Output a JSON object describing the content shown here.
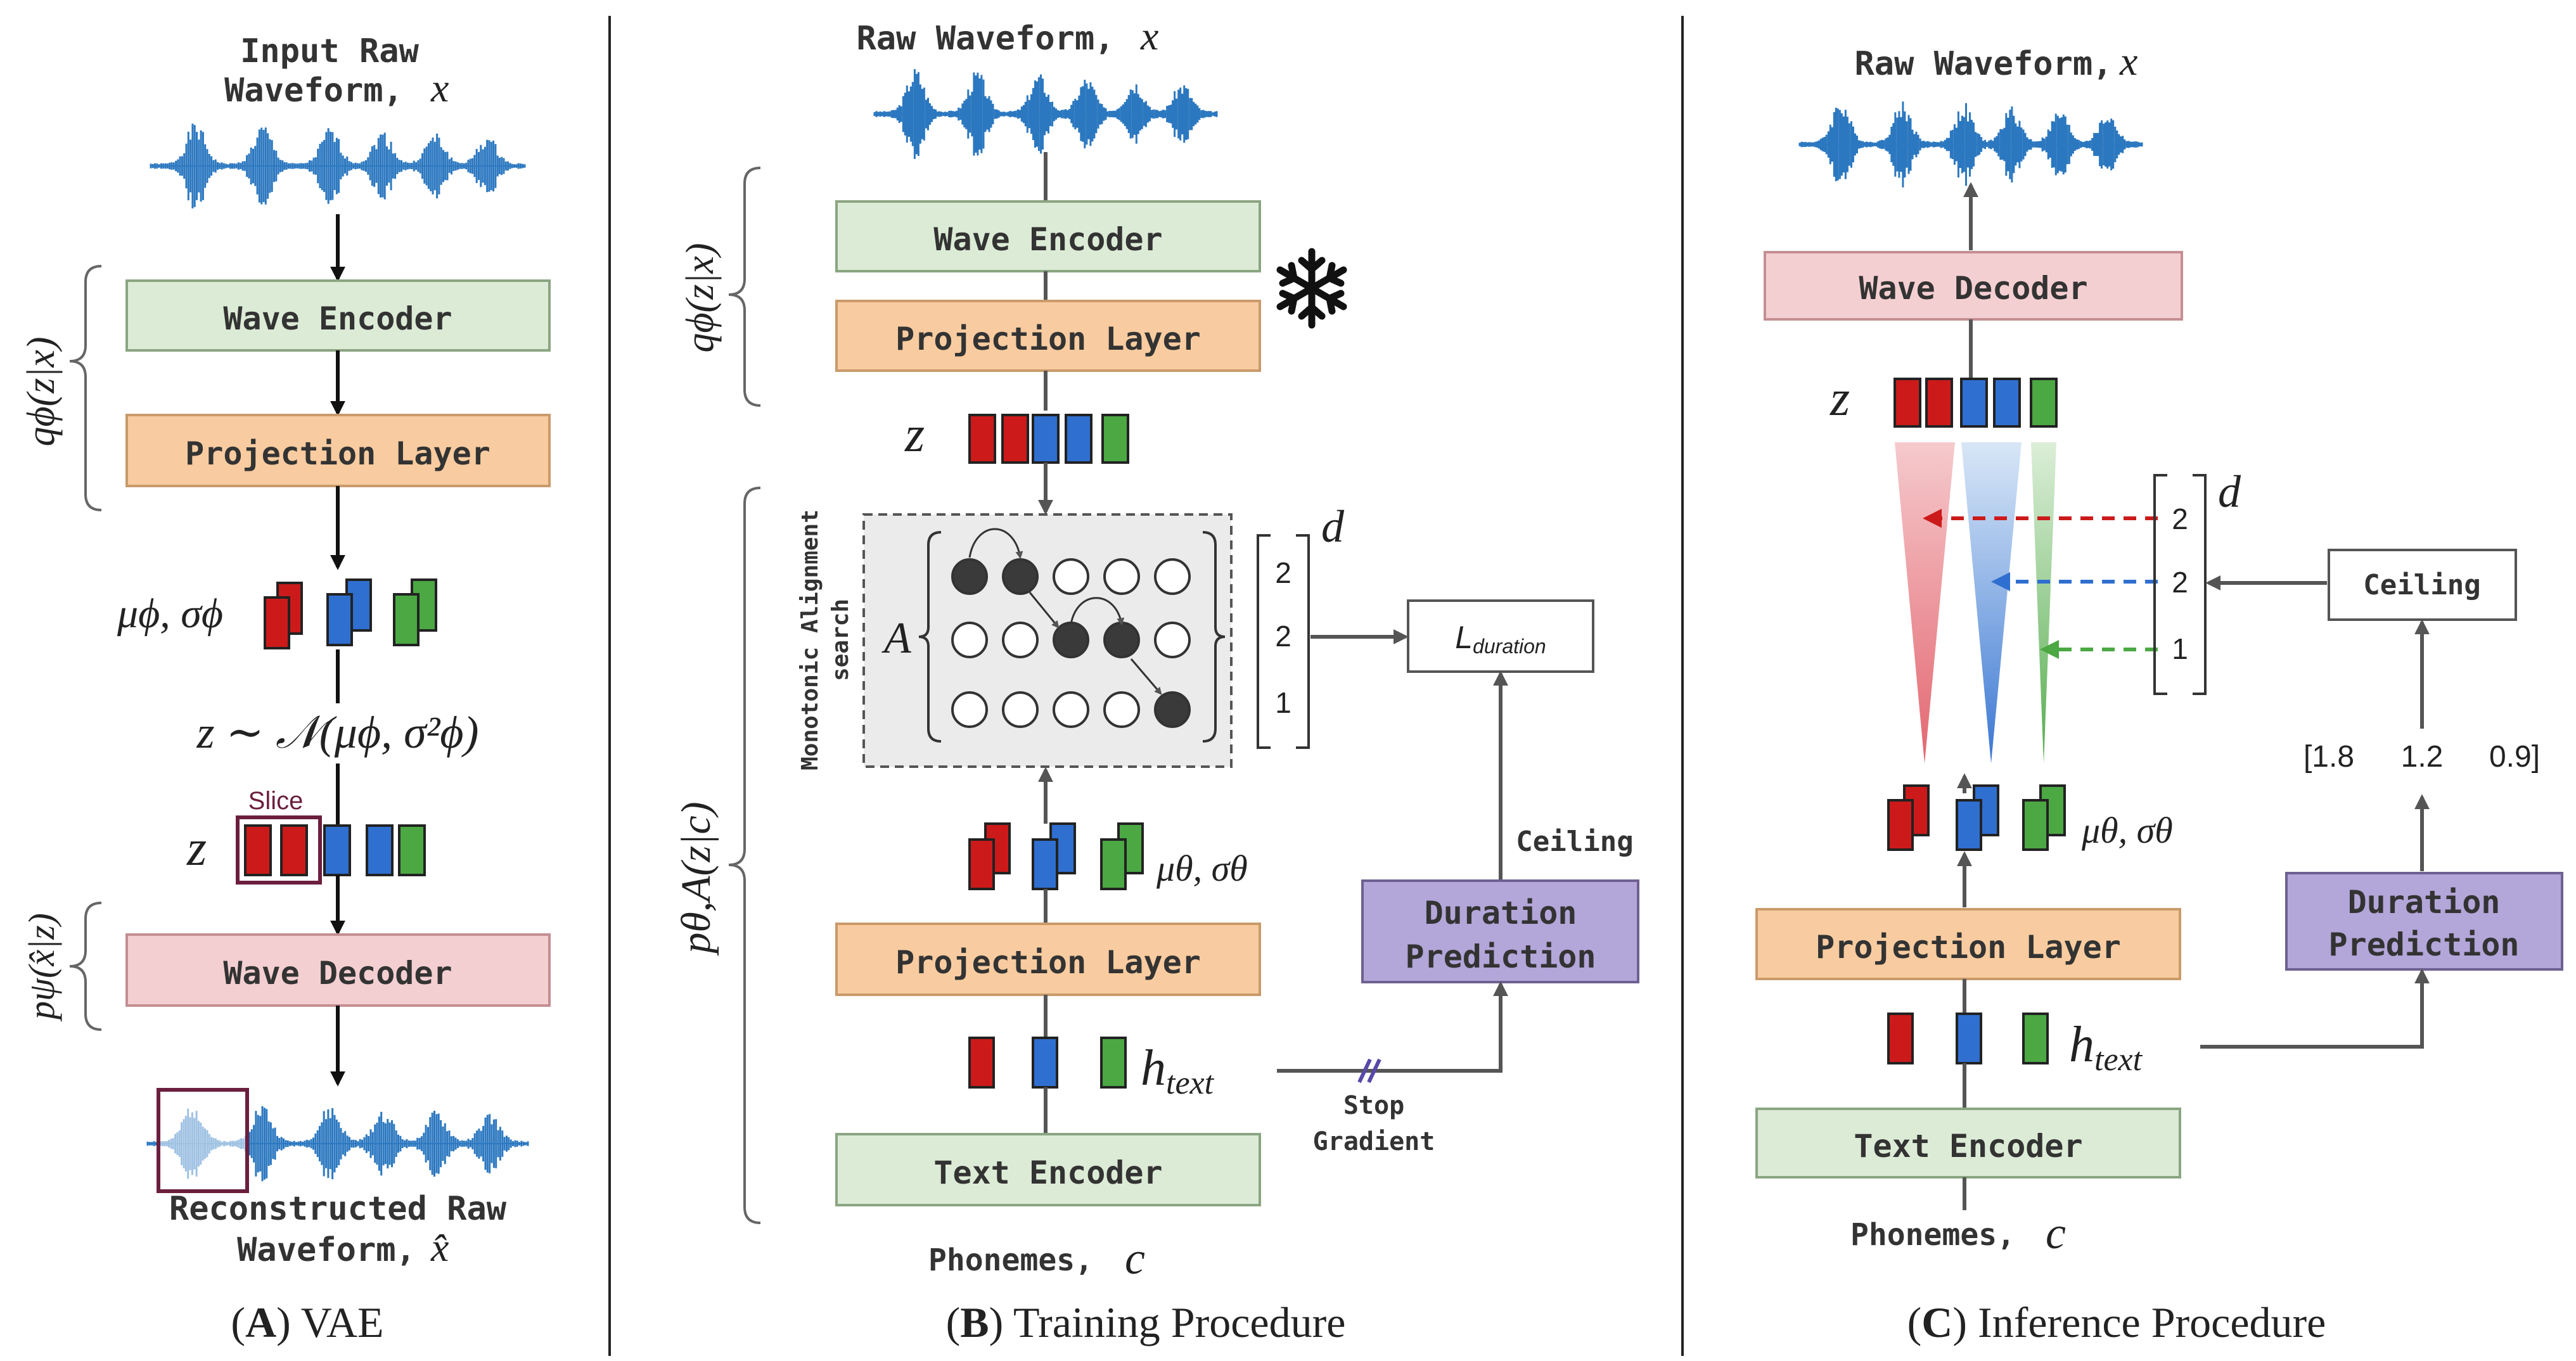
{
  "colors": {
    "encoder": "#dcebd6",
    "encoder_border": "#8aa582",
    "projection": "#f8cca0",
    "projection_border": "#c99a6a",
    "decoder": "#f4cfd1",
    "decoder_border": "#c48e92",
    "duration": "#b3a6d9",
    "duration_border": "#6e6091",
    "red": "#cc1a1a",
    "blue": "#2f6fd0",
    "green": "#4ba843",
    "wave": "#2c78c0",
    "slice": "#6b1f3e",
    "arrow": "#555555",
    "alignment_bg": "#ebebeb"
  },
  "panel_a": {
    "input_line1": "Input Raw",
    "input_line2": "Waveform,",
    "input_var": "x",
    "encoder_dist": "qϕ(z|x)",
    "wave_encoder": "Wave Encoder",
    "projection_layer": "Projection Layer",
    "mu_sigma": "μϕ, σϕ",
    "sampling": "z ∼ 𝒩(μϕ, σ²ϕ)",
    "slice_label": "Slice",
    "z_label": "z",
    "decoder_dist": "pψ(x̂|z)",
    "wave_decoder": "Wave Decoder",
    "recon_line1": "Reconstructed Raw",
    "recon_line2": "Waveform,",
    "recon_var": "x̂",
    "caption_letter": "A",
    "caption_text": " VAE"
  },
  "panel_b": {
    "raw_waveform": "Raw Waveform,",
    "raw_var": "x",
    "encoder_dist": "qϕ(z|x)",
    "wave_encoder": "Wave Encoder",
    "projection_layer_top": "Projection Layer",
    "freeze_icon": "snowflake-icon",
    "z_label": "z",
    "mas_line1": "Monotonic Alignment",
    "mas_line2": "search",
    "alignment_var": "A",
    "durations": [
      "2",
      "2",
      "1"
    ],
    "d_label": "d",
    "l_duration": "L",
    "l_duration_sub": "duration",
    "prior_dist": "pθ,A(z|c)",
    "mu_sigma": "μθ, σθ",
    "projection_layer_bottom": "Projection Layer",
    "ceiling": "Ceiling",
    "duration_prediction_line1": "Duration",
    "duration_prediction_line2": "Prediction",
    "h_text": "h",
    "h_text_sub": "text",
    "stop_line1": "Stop",
    "stop_line2": "Gradient",
    "text_encoder": "Text Encoder",
    "phonemes": "Phonemes,",
    "phonemes_var": "c",
    "caption_letter": "B",
    "caption_text": " Training Procedure"
  },
  "panel_c": {
    "raw_waveform": "Raw Waveform,",
    "raw_var": "x",
    "wave_decoder": "Wave Decoder",
    "z_label": "z",
    "durations": [
      "2",
      "2",
      "1"
    ],
    "d_label": "d",
    "ceiling": "Ceiling",
    "predicted": [
      "[1.8",
      "1.2",
      "0.9]"
    ],
    "mu_sigma": "μθ, σθ",
    "projection_layer": "Projection Layer",
    "duration_prediction_line1": "Duration",
    "duration_prediction_line2": "Prediction",
    "h_text": "h",
    "h_text_sub": "text",
    "text_encoder": "Text Encoder",
    "phonemes": "Phonemes,",
    "phonemes_var": "c",
    "caption_letter": "C",
    "caption_text": " Inference Procedure"
  }
}
